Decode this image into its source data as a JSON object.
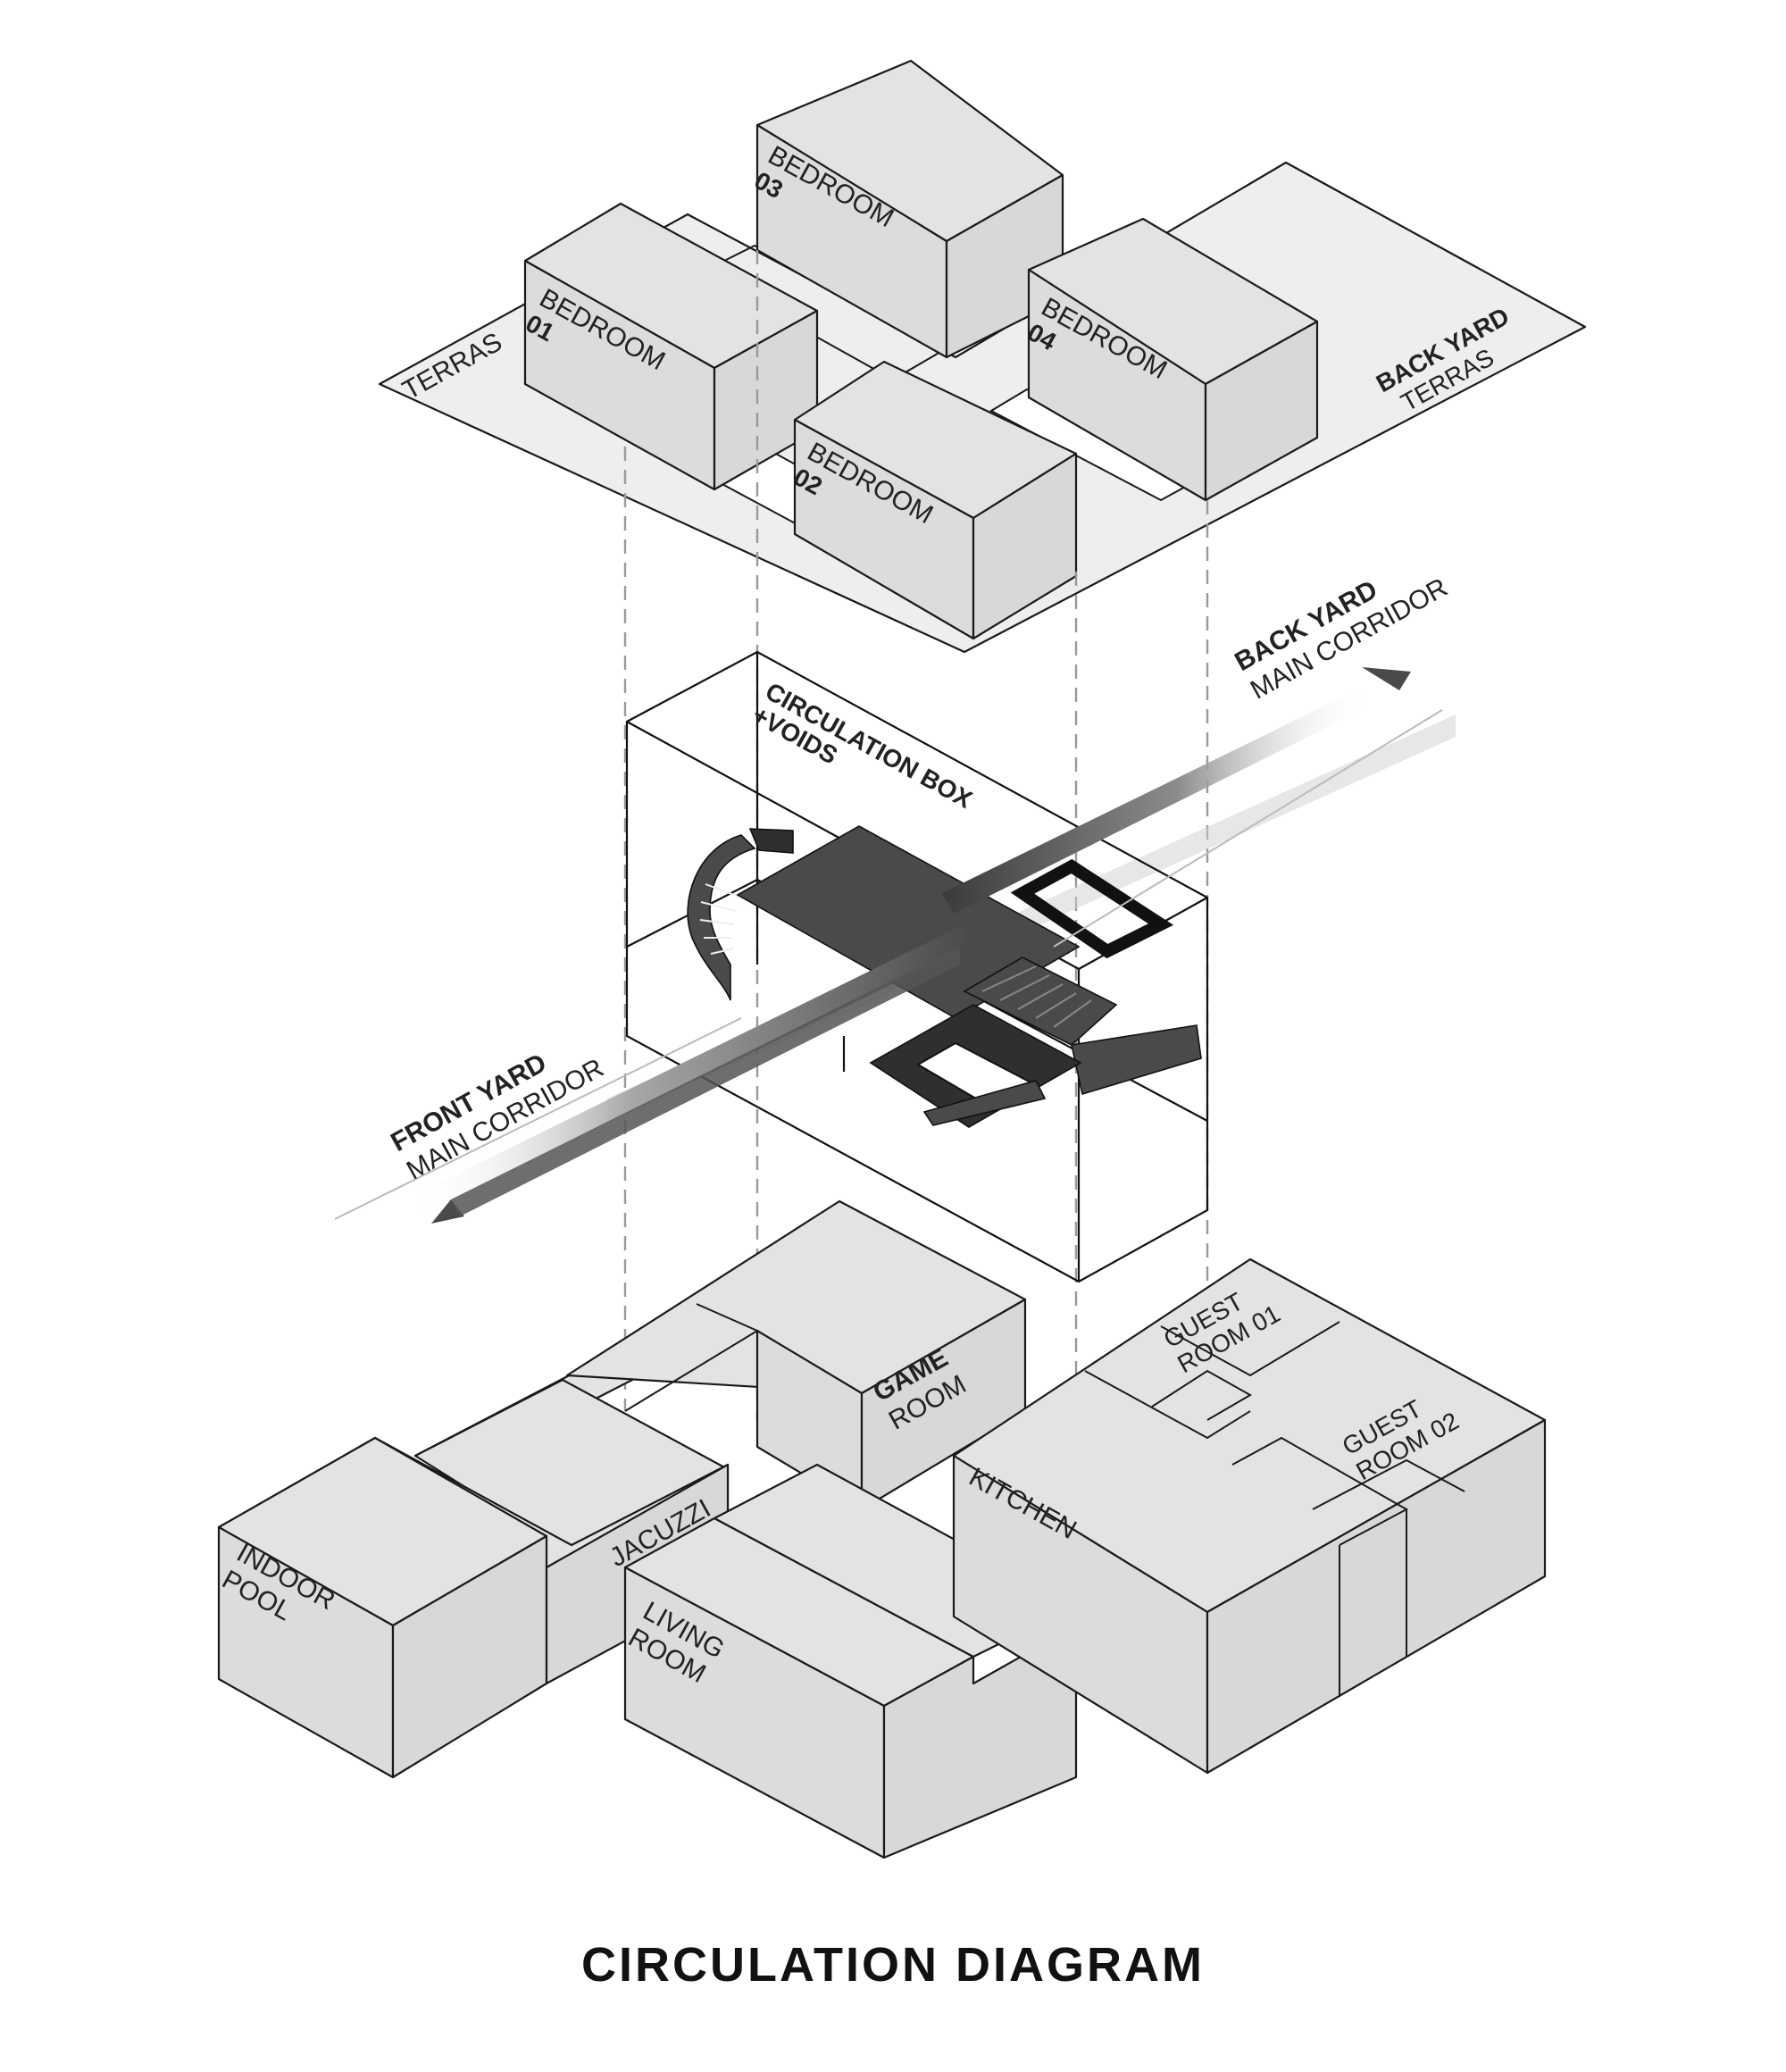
{
  "diagram_title": "CIRCULATION DIAGRAM",
  "upper_floor": {
    "terras_left": "TERRAS",
    "bedroom_01": {
      "line1": "BEDROOM",
      "line2": "01"
    },
    "bedroom_02": {
      "line1": "BEDROOM",
      "line2": "02"
    },
    "bedroom_03": {
      "line1": "BEDROOM",
      "line2": "03"
    },
    "bedroom_04": {
      "line1": "BEDROOM",
      "line2": "04"
    },
    "back_yard_terras": {
      "line1": "BACK YARD",
      "line2": "TERRAS"
    }
  },
  "circulation": {
    "box": {
      "line1": "CIRCULATION BOX",
      "line2": "+VOIDS"
    },
    "back_yard": {
      "line1": "BACK YARD",
      "line2": "MAIN CORRIDOR"
    },
    "front_yard": {
      "line1": "FRONT YARD",
      "line2": "MAIN CORRIDOR"
    }
  },
  "ground_floor": {
    "game_room": {
      "line1": "GAME",
      "line2": "ROOM"
    },
    "indoor_pool": {
      "line1": "INDOOR",
      "line2": "POOL"
    },
    "jacuzzi": "JACUZZI",
    "living_room": {
      "line1": "LIVING",
      "line2": "ROOM"
    },
    "kitchen": "KITCHEN",
    "guest_room_01": {
      "line1": "GUEST",
      "line2": "ROOM 01"
    },
    "guest_room_02": {
      "line1": "GUEST",
      "line2": "ROOM 02"
    }
  }
}
